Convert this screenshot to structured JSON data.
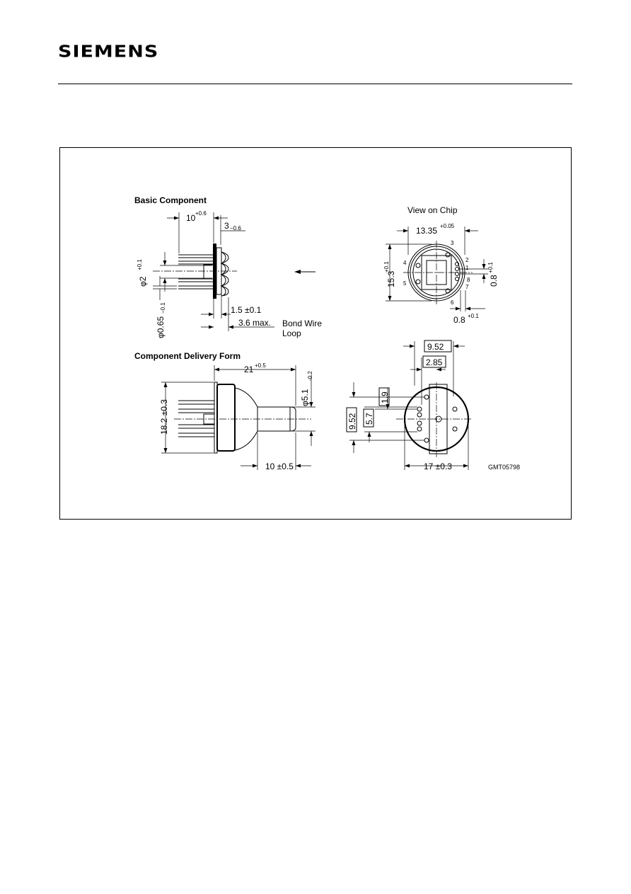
{
  "header": {
    "brand": "SIEMENS"
  },
  "drawing": {
    "basic_title": "Basic Component",
    "view_title": "View on Chip",
    "delivery_title": "Component Delivery Form",
    "code": "GMT05798",
    "bond_line1": "Bond Wire",
    "bond_line2": "Loop",
    "dims": {
      "d10": "10",
      "d10_tol": "+0.6",
      "d3": "3",
      "d3_tol": "−0.6",
      "dphi2": "φ2",
      "dphi2_tol": "+0.1",
      "dphi065": "φ0.65",
      "dphi065_tol": "−0.1",
      "d15": "1.5 ±0.1",
      "d36": "3.6 max.",
      "d1335": "13.35",
      "d1335_tol": "+0.05",
      "d153": "15.3",
      "d153_tol": "+0.1",
      "d08v": "0.8",
      "d08v_tol": "+0.1",
      "d08h": "0.8",
      "d08h_tol": "+0.1",
      "d21": "21",
      "d21_tol": "+0.5",
      "dphi51": "φ5.1",
      "dphi51_tol": "-0.2",
      "d182": "18.2 ±0.3",
      "d10b": "10 ±0.5",
      "d952a": "9.52",
      "d285": "2.85",
      "d19": "1.9",
      "d952b": "9.52",
      "d57": "5.7",
      "d17": "17 ±0.3"
    },
    "pins": [
      "1",
      "2",
      "3",
      "4",
      "5",
      "6",
      "7",
      "8"
    ]
  }
}
